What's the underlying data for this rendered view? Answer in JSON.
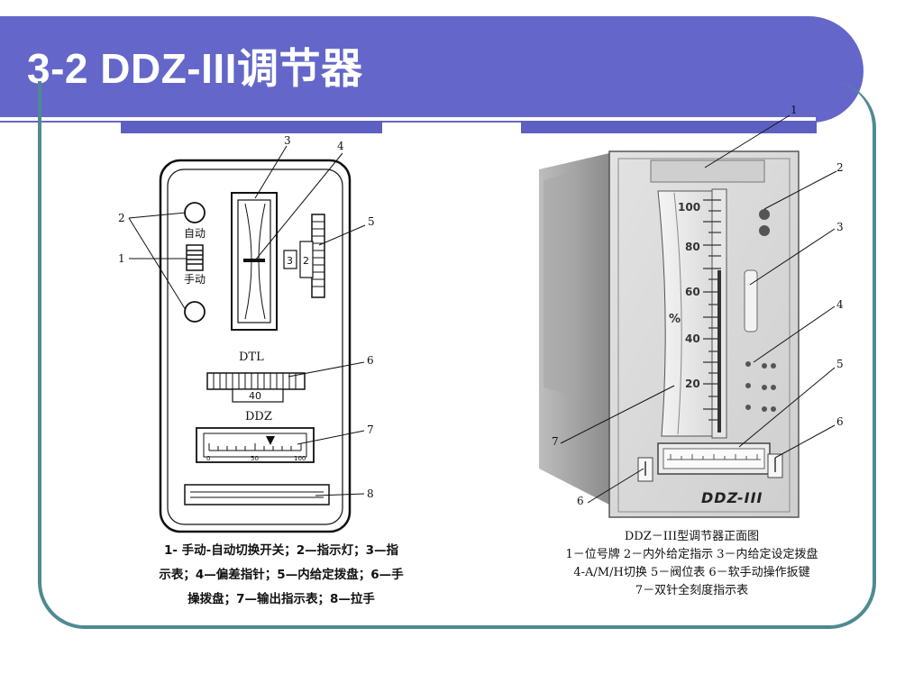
{
  "title": "3-2  DDZ-III调节器",
  "figure_left": {
    "labels": {
      "n1": "1",
      "n2": "2",
      "n3": "3",
      "n4": "4",
      "n5": "5",
      "n6": "6",
      "n7": "7",
      "n8": "8",
      "auto": "自动",
      "manual": "手动",
      "dtl": "DTL",
      "ddz": "DDZ",
      "dial_3": "3",
      "dial_2": "2",
      "dial_40": "40",
      "scale_0": "0",
      "scale_50": "50",
      "scale_100": "100"
    },
    "caption_lines": [
      "1- 手动-自动切换开关；2—指示灯；3—指",
      "示表；4—偏差指针；5—内给定拨盘；6—手",
      "操拨盘；7—输出指示表；8—拉手"
    ]
  },
  "figure_right": {
    "labels": {
      "n1": "1",
      "n2": "2",
      "n3": "3",
      "n4": "4",
      "n5": "5",
      "n6": "6",
      "n7": "7",
      "n6b": "6"
    },
    "scale_ticks": [
      "100",
      "80",
      "60",
      "40",
      "20"
    ],
    "percent_sign": "%",
    "brand": "DDZ-III",
    "caption_lines": [
      "DDZ－III型调节器正面图",
      "1－位号牌  2－内外给定指示 3－内给定设定拨盘",
      "4-A/M/H切换 5－阀位表 6－软手动操作扳键",
      "7－双针全刻度指示表"
    ]
  }
}
